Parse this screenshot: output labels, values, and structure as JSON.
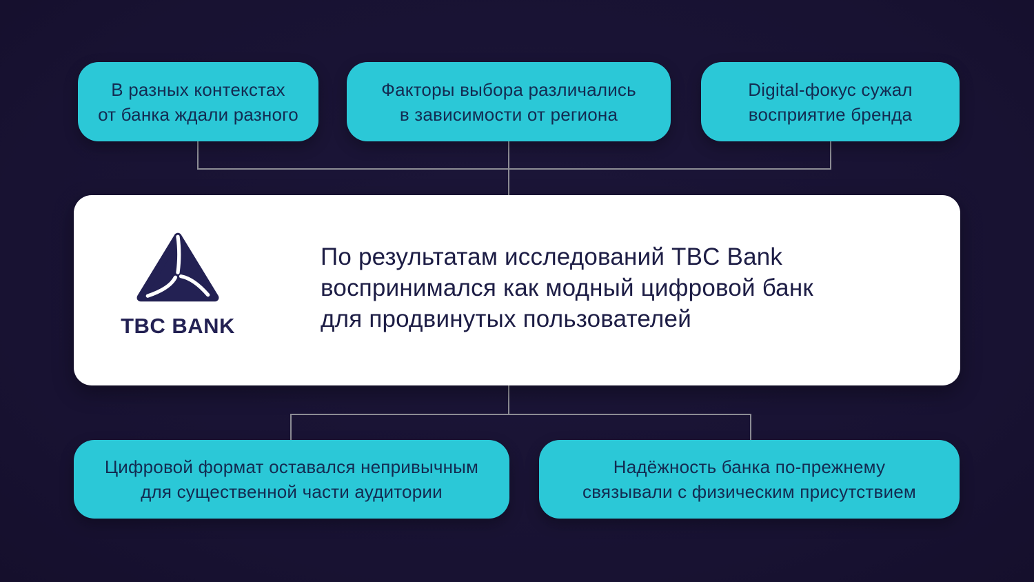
{
  "colors": {
    "background": "#191334",
    "card_teal": "#2bc8d7",
    "card_text_navy": "#132c52",
    "main_card_bg": "#ffffff",
    "main_text_navy": "#1d1d45",
    "logo_navy": "#232153",
    "connector_gray": "#8d8d95"
  },
  "top_cards": [
    {
      "text": "В разных контекстах\nот банка ждали разного"
    },
    {
      "text": "Факторы выбора различались\nв зависимости от региона"
    },
    {
      "text": "Digital-фокус сужал\nвосприятие бренда"
    }
  ],
  "main_card": {
    "logo_wordmark": "TBC BANK",
    "text": "По результатам исследований TBC Bank\nвоспринимался как модный цифровой банк\nдля продвинутых пользователей"
  },
  "bottom_cards": [
    {
      "text": "Цифровой формат оставался непривычным\nдля существенной части аудитории"
    },
    {
      "text": "Надёжность банка по-прежнему\nсвязывали с физическим присутствием"
    }
  ]
}
